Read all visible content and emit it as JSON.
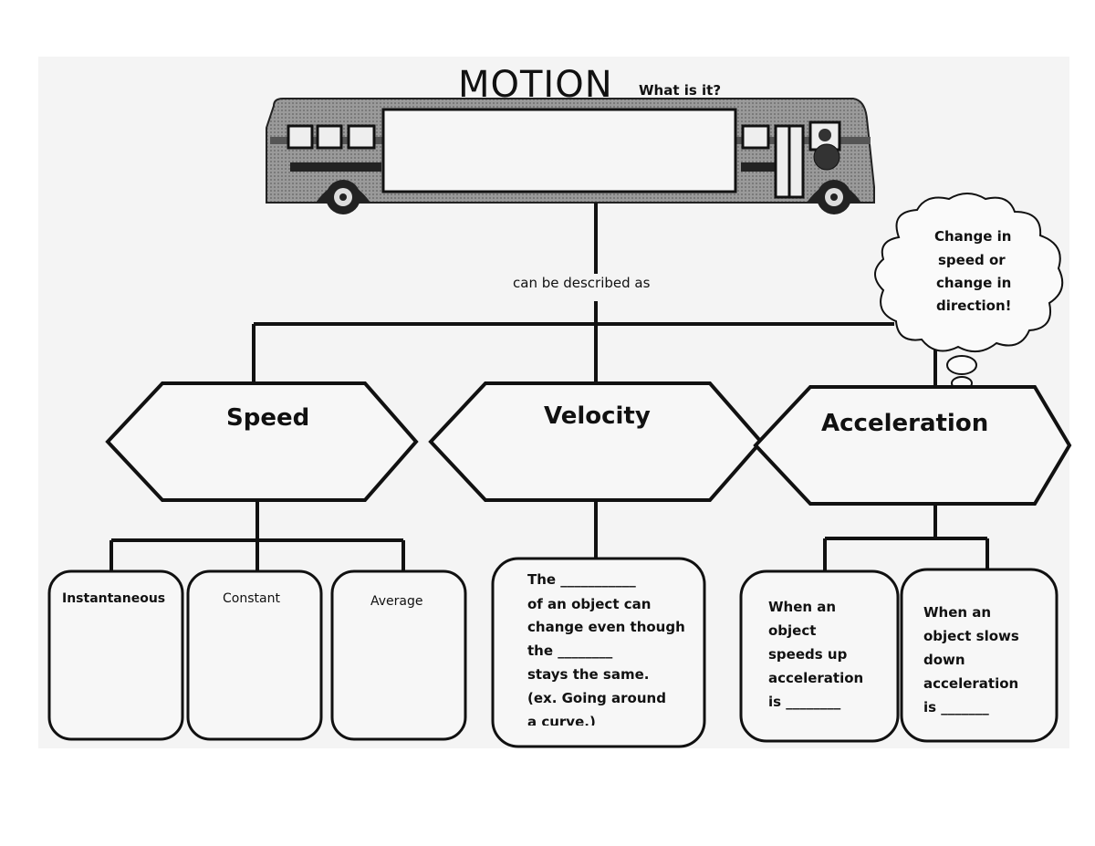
{
  "title": "MOTION",
  "subtitle": "What is it?",
  "connector_label": "can be described as",
  "cloud_lines": [
    "Change in",
    "speed or",
    "change in",
    "direction!"
  ],
  "hexagons": {
    "speed": "Speed",
    "velocity": "Velocity",
    "acceleration": "Acceleration"
  },
  "speed_boxes": {
    "instantaneous": "Instantaneous",
    "constant": "Constant",
    "average": "Average"
  },
  "velocity_box_lines": [
    "The ___________",
    "of an object can",
    "change even though",
    "the ________",
    "stays the same.",
    "(ex. Going around",
    "a curve.)"
  ],
  "accel_box1_lines": [
    "When an",
    "object",
    "speeds up",
    "acceleration",
    "is ________"
  ],
  "accel_box2_lines": [
    "When an",
    "object slows",
    "down",
    "acceleration",
    "is _______"
  ]
}
